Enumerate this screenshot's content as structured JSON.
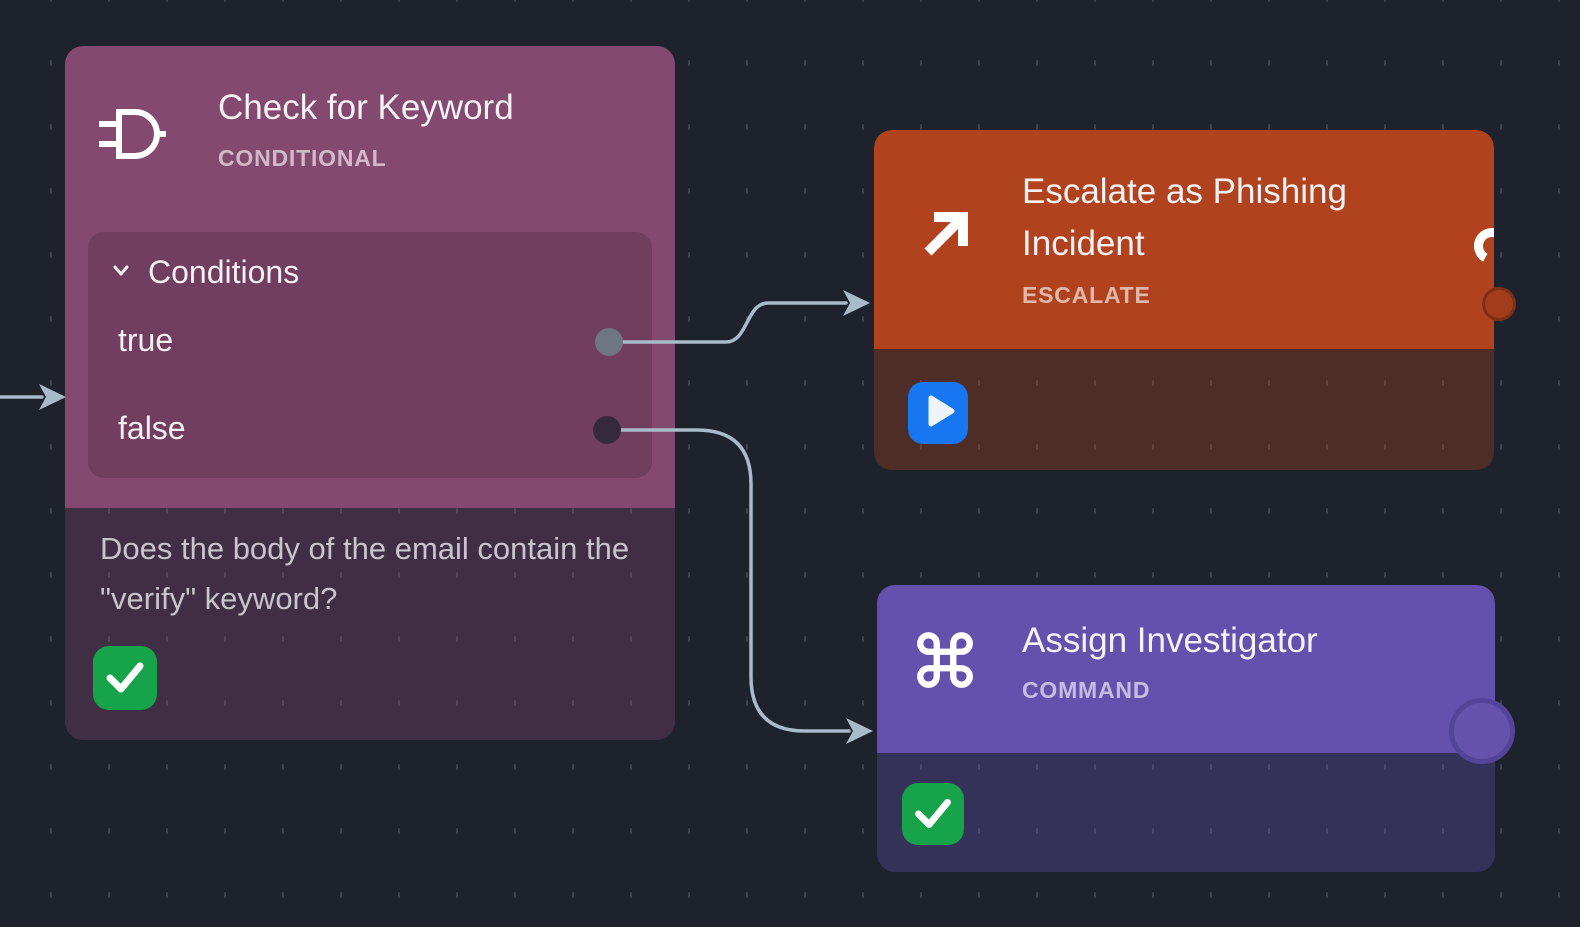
{
  "canvas": {
    "type": "workflow-editor"
  },
  "colors": {
    "bg": "#1d222d",
    "grid_dash": "#40444d",
    "header_conditional": "#84496f",
    "header_escalate": "#b0421d",
    "header_command": "#6451ae",
    "edge": "#a9bac9",
    "success": "#16a34a",
    "play": "#1677f0",
    "port_true": "#6e7681",
    "port_false": "#352a3b",
    "port_escalate": "#a23c1b",
    "port_command_fill": "#6553ae",
    "port_command_ring": "#53449a"
  },
  "nodes": {
    "conditional": {
      "title": "Check for Keyword",
      "type_label": "CONDITIONAL",
      "section_label": "Conditions",
      "outputs": [
        {
          "label": "true"
        },
        {
          "label": "false"
        }
      ],
      "description": "Does the body of the email contain the \"verify\" keyword?",
      "status": "success"
    },
    "escalate": {
      "title": "Escalate as Phishing Incident",
      "type_label": "ESCALATE",
      "status": "running"
    },
    "command": {
      "title": "Assign Investigator",
      "type_label": "COMMAND",
      "status": "success"
    }
  }
}
